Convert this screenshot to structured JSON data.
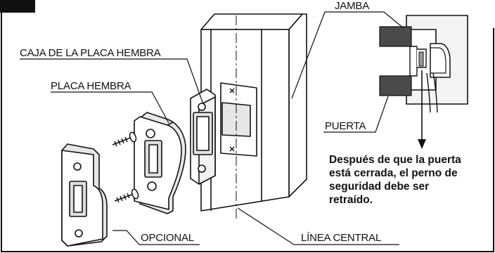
{
  "labels": {
    "jamb": "JAMBA",
    "strike_box": "CAJA DE LA PLACA HEMBRA",
    "strike_plate": "PLACA HEMBRA",
    "door": "PUERTA",
    "optional": "OPCIONAL",
    "centerline": "LÍNEA CENTRAL"
  },
  "note_lines": [
    "Después de que la puerta",
    "está cerrada, el perno de",
    "seguridad debe ser",
    "retraído."
  ],
  "colors": {
    "line": "#111111",
    "inset_fill": "#f3f3f3",
    "wood_dark": "#4a4a4a",
    "shaded": "#dcdcdc"
  }
}
